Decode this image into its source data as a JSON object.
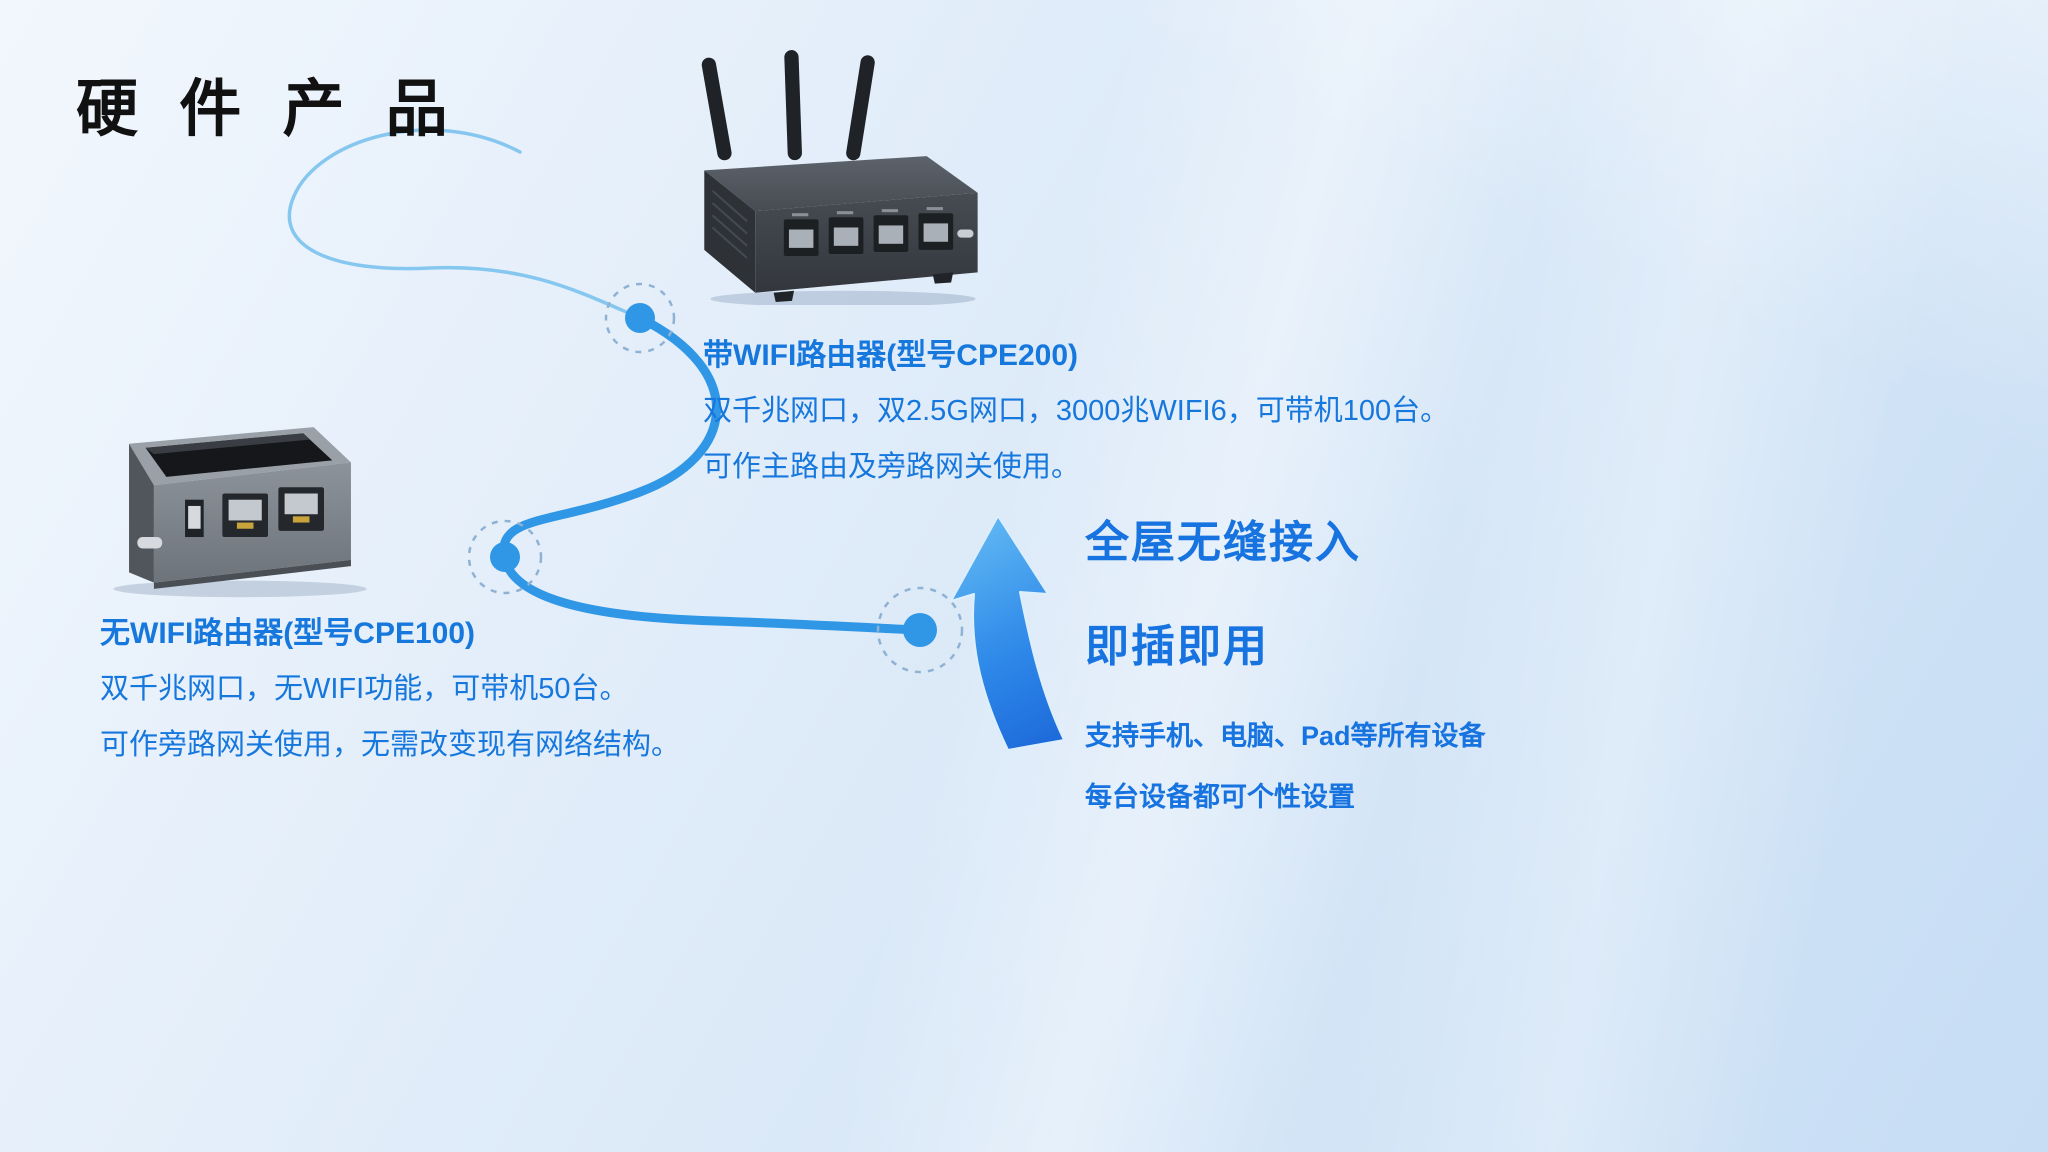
{
  "page": {
    "title": "硬 件 产 品"
  },
  "products": {
    "cpe200": {
      "name": "带WIFI路由器(型号CPE200)",
      "desc1": "双千兆网口，双2.5G网口，3000兆WIFI6，可带机100台。",
      "desc2": "可作主路由及旁路网关使用。"
    },
    "cpe100": {
      "name": "无WIFI路由器(型号CPE100)",
      "desc1": "双千兆网口，无WIFI功能，可带机50台。",
      "desc2": "可作旁路网关使用，无需改变现有网络结构。"
    }
  },
  "features": {
    "headline1": "全屋无缝接入",
    "headline2": "即插即用",
    "detail1": "支持手机、电脑、Pad等所有设备",
    "detail2": "每台设备都可个性设置"
  },
  "icons": {
    "connector": "curved-connector-line",
    "arrow": "up-arrow-icon"
  },
  "colors": {
    "accent_blue": "#2f97e6",
    "text_blue": "#1677dd",
    "headline_blue": "#1673e0",
    "title_black": "#111111",
    "background_light": "#f2f7fd",
    "background_deep": "#c6ddf4"
  }
}
